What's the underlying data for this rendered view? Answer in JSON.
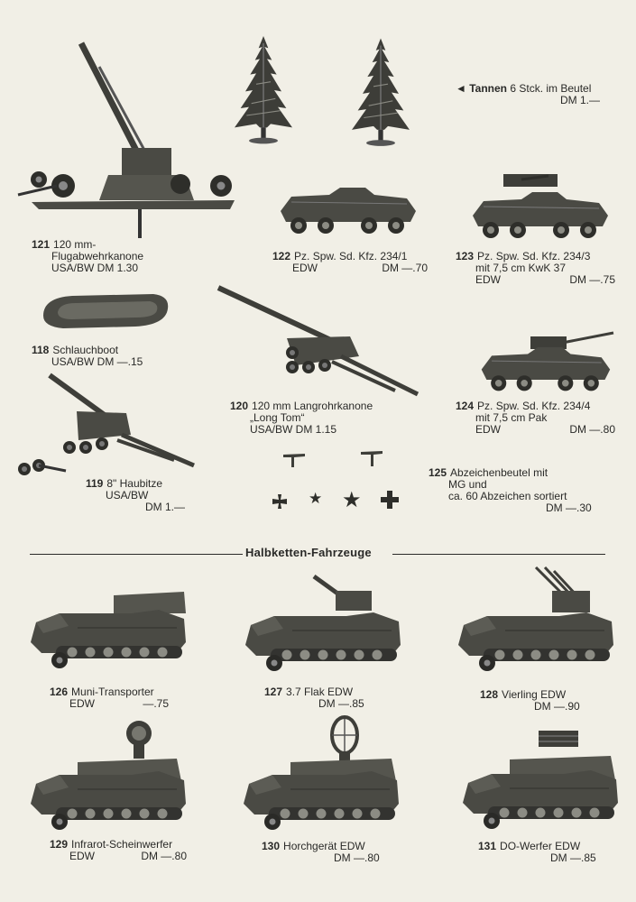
{
  "colors": {
    "paper": "#f1efe6",
    "ink": "#2a2a28",
    "model": "#4a4a44"
  },
  "trees": {
    "arrow": "◄",
    "name": "Tannen",
    "detail": "6 Stck. im Beutel",
    "price": "DM 1.—"
  },
  "items": {
    "i121": {
      "num": "121",
      "l1": "120 mm-",
      "l2": "Flugabwehrkanone",
      "l3": "USA/BW   DM 1.30"
    },
    "i122": {
      "num": "122",
      "l1": "Pz. Spw.  Sd.  Kfz.  234/1",
      "l2a": "EDW",
      "l2b": "DM —.70"
    },
    "i123": {
      "num": "123",
      "l1": "Pz. Spw.  Sd.  Kfz.  234/3",
      "l2": "mit 7,5 cm  KwK 37",
      "l3a": "EDW",
      "l3b": "DM —.75"
    },
    "i118": {
      "num": "118",
      "l1": "Schlauchboot",
      "l2": "USA/BW   DM  —.15"
    },
    "i120": {
      "num": "120",
      "l1": "120 mm  Langrohrkanone",
      "l2": "„Long Tom“",
      "l3": "USA/BW   DM  1.15"
    },
    "i124": {
      "num": "124",
      "l1": "Pz. Spw.  Sd.  Kfz.  234/4",
      "l2": "mit 7,5 cm  Pak",
      "l3a": "EDW",
      "l3b": "DM —.80"
    },
    "i119": {
      "num": "119",
      "l1": "8\" Haubitze",
      "l2": "USA/BW",
      "l3": "DM 1.—"
    },
    "i125": {
      "num": "125",
      "l1": "Abzeichenbeutel mit",
      "l2": "MG und",
      "l3": "ca. 60 Abzeichen sortiert",
      "l4": "DM —.30"
    },
    "i126": {
      "num": "126",
      "l1": "Muni-Transporter",
      "l2a": "EDW",
      "l2b": "—.75"
    },
    "i127": {
      "num": "127",
      "l1": "3.7  Flak  EDW",
      "l2": "DM —.85"
    },
    "i128": {
      "num": "128",
      "l1": "Vierling  EDW",
      "l2": "DM —.90"
    },
    "i129": {
      "num": "129",
      "l1": "Infrarot-Scheinwerfer",
      "l2a": "EDW",
      "l2b": "DM —.80"
    },
    "i130": {
      "num": "130",
      "l1": "Horchgerät  EDW",
      "l2": "DM —.80"
    },
    "i131": {
      "num": "131",
      "l1": "DO-Werfer  EDW",
      "l2": "DM —.85"
    }
  },
  "section": {
    "title": "Halbketten-Fahrzeuge"
  },
  "icons": {
    "tree": "fir-tree-icon",
    "badges": [
      "iron-cross-icon",
      "star-icon",
      "star-icon",
      "cross-icon"
    ]
  }
}
